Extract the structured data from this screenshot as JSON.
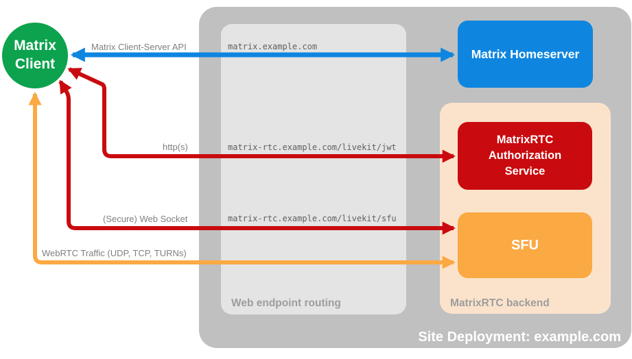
{
  "groups": {
    "site": {
      "label": "Site Deployment: example.com",
      "color": "#C0C0C0"
    },
    "routing": {
      "label": "Web endpoint routing",
      "color": "#E4E4E4",
      "endpoints": [
        "matrix.example.com",
        "matrix-rtc.example.com/livekit/jwt",
        "matrix-rtc.example.com/livekit/sfu"
      ]
    },
    "backend": {
      "label": "MatrixRTC backend",
      "color": "#FBE3CB"
    }
  },
  "nodes": {
    "client": {
      "label": "Matrix Client",
      "color": "#0CA24E",
      "text_color": "#ffffff"
    },
    "homeserver": {
      "label": "Matrix Homeserver",
      "color": "#0E86E0",
      "text_color": "#ffffff"
    },
    "auth_service": {
      "label": "MatrixRTC Authorization Service",
      "color": "#C90B0F",
      "text_color": "#ffffff"
    },
    "sfu": {
      "label": "SFU",
      "color": "#FBA943",
      "text_color": "#ffffff"
    }
  },
  "connections": [
    {
      "label": "Matrix Client-Server API",
      "color": "#0E86E0",
      "from": "Matrix Client",
      "to": "Matrix Homeserver",
      "bidirectional": true
    },
    {
      "label": "http(s)",
      "color": "#C90B0F",
      "from": "Matrix Client",
      "to": "MatrixRTC Authorization Service",
      "bidirectional": true
    },
    {
      "label": "(Secure) Web Socket",
      "color": "#C90B0F",
      "from": "Matrix Client",
      "to": "SFU",
      "bidirectional": true
    },
    {
      "label": "WebRTC Traffic (UDP, TCP, TURNs)",
      "color": "#FBA943",
      "from": "Matrix Client",
      "to": "SFU",
      "bidirectional": true
    }
  ]
}
